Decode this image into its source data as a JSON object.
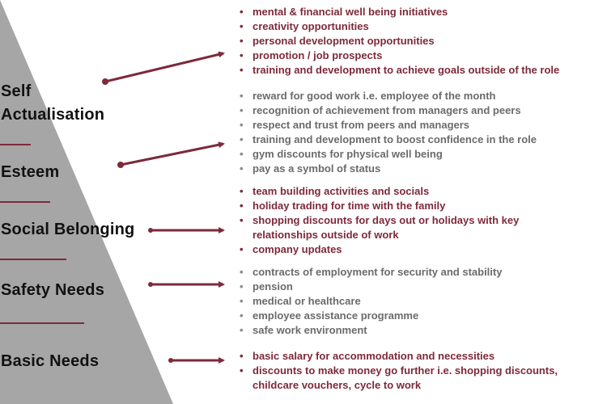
{
  "accent_color": "#7d2a3a",
  "pyramid_color": "#a6a6a6",
  "levels": [
    {
      "label_lines": [
        "Self",
        "Actualisation"
      ],
      "points": [
        "mental & financial well being initiatives",
        "creativity opportunities",
        "personal development opportunities",
        "promotion / job prospects",
        "training and development to achieve goals outside of the role"
      ]
    },
    {
      "label_lines": [
        "Esteem"
      ],
      "points": [
        "reward for good work i.e. employee of the month",
        "recognition of achievement from managers and peers",
        "respect and trust from peers and managers",
        "training and development to boost confidence in the role",
        "gym discounts for physical well being",
        "pay as a symbol of status"
      ]
    },
    {
      "label_lines": [
        "Social Belonging"
      ],
      "points": [
        "team building activities and socials",
        "holiday trading for time with the family",
        "shopping discounts for days out or holidays with key",
        "relationships outside of work",
        "company updates"
      ]
    },
    {
      "label_lines": [
        "Safety Needs"
      ],
      "points": [
        "contracts of employment for security and stability",
        "pension",
        "medical or healthcare",
        "employee assistance programme",
        "safe work environment"
      ]
    },
    {
      "label_lines": [
        "Basic Needs"
      ],
      "points": [
        "basic salary for accommodation and necessities",
        "discounts to make money go further i.e. shopping discounts,",
        "childcare vouchers, cycle to work"
      ]
    }
  ]
}
